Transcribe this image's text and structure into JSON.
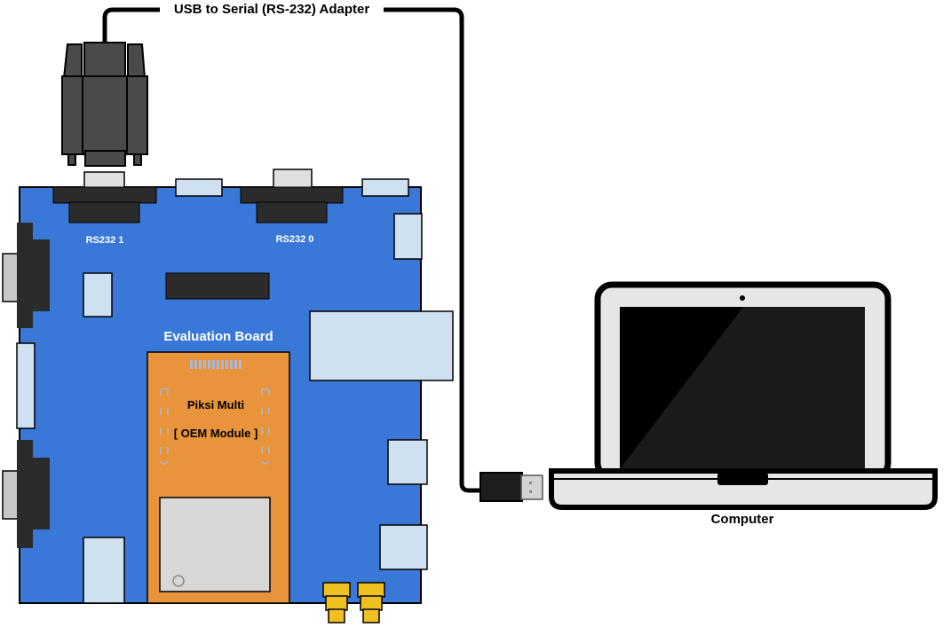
{
  "labels": {
    "cable": "USB to Serial (RS-232) Adapter",
    "rs232_1": "RS232 1",
    "rs232_0": "RS232 0",
    "board": "Evaluation Board",
    "module_name": "Piksi Multi",
    "module_tag": "[ OEM Module ]",
    "computer": "Computer"
  },
  "colors": {
    "board": "#3a78d8",
    "module": "#e8943a",
    "light_component": "#cfe0f0",
    "connector_dark": "#2b2b2b",
    "screen": "#000000",
    "sma": "#f0c020"
  }
}
